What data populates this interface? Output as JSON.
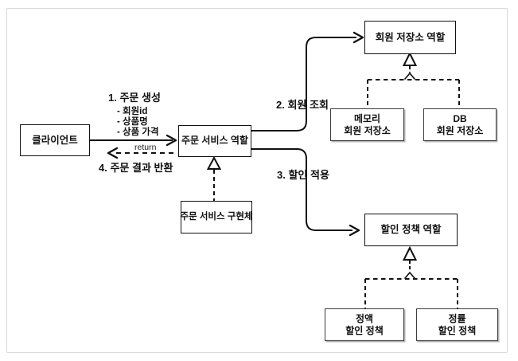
{
  "diagram": {
    "boxes": {
      "client": {
        "label": "클라이언트"
      },
      "order_service_role": {
        "label": "주문 서비스 역할"
      },
      "order_service_impl": {
        "label": "주문 서비스 구현체"
      },
      "member_repo_role": {
        "label": "회원 저장소 역할"
      },
      "memory_member_repo": {
        "line1": "메모리",
        "line2": "회원 저장소"
      },
      "db_member_repo": {
        "line1": "DB",
        "line2": "회원 저장소"
      },
      "discount_policy_role": {
        "label": "할인 정책 역할"
      },
      "fixed_discount_policy": {
        "line1": "정액",
        "line2": "할인 정책"
      },
      "rate_discount_policy": {
        "line1": "정률",
        "line2": "할인 정책"
      }
    },
    "labels": {
      "step1_title": "1. 주문 생성",
      "step1_item1": "- 회원id",
      "step1_item2": "- 상품명",
      "step1_item3": "- 상품 가격",
      "return_label": "return",
      "step4": "4. 주문 결과 반환",
      "step2": "2. 회원 조회",
      "step3": "3. 할인 적용"
    },
    "colors": {
      "line": "#111111",
      "box_border": "#111111",
      "sub_box_border": "#3c3c3c",
      "frame_border": "#d9d9d9",
      "background": "#ffffff"
    }
  }
}
